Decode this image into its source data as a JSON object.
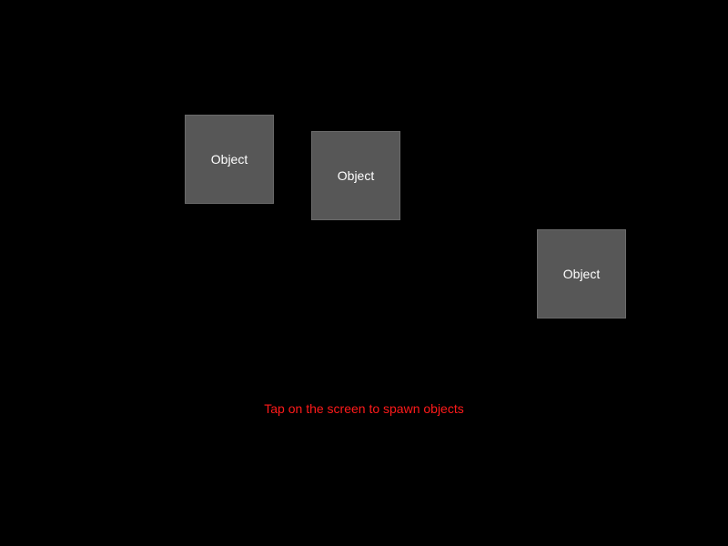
{
  "objects": [
    {
      "label": "Object"
    },
    {
      "label": "Object"
    },
    {
      "label": "Object"
    }
  ],
  "hint": {
    "text": "Tap on the screen to spawn objects",
    "color": "#ff1a1a"
  },
  "colors": {
    "background": "#000000",
    "object_fill": "#575757",
    "object_text": "#ffffff"
  }
}
